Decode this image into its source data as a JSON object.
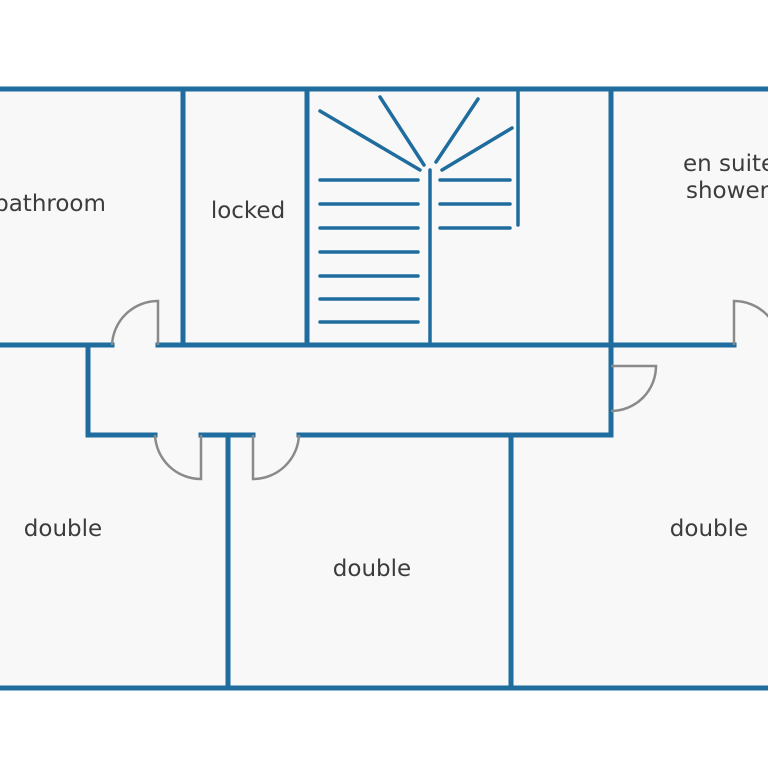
{
  "colors": {
    "background": "#ffffff",
    "floor": "#f8f8f8",
    "wall": "#1f6d9e",
    "door": "#8a8a8a"
  },
  "rooms": {
    "bathroom": {
      "label": "bathroom"
    },
    "locked": {
      "label": "locked"
    },
    "en_suite": {
      "line1": "en suite",
      "line2": "shower"
    },
    "double_left": {
      "label": "double"
    },
    "double_middle": {
      "label": "double"
    },
    "double_right": {
      "label": "double"
    }
  }
}
